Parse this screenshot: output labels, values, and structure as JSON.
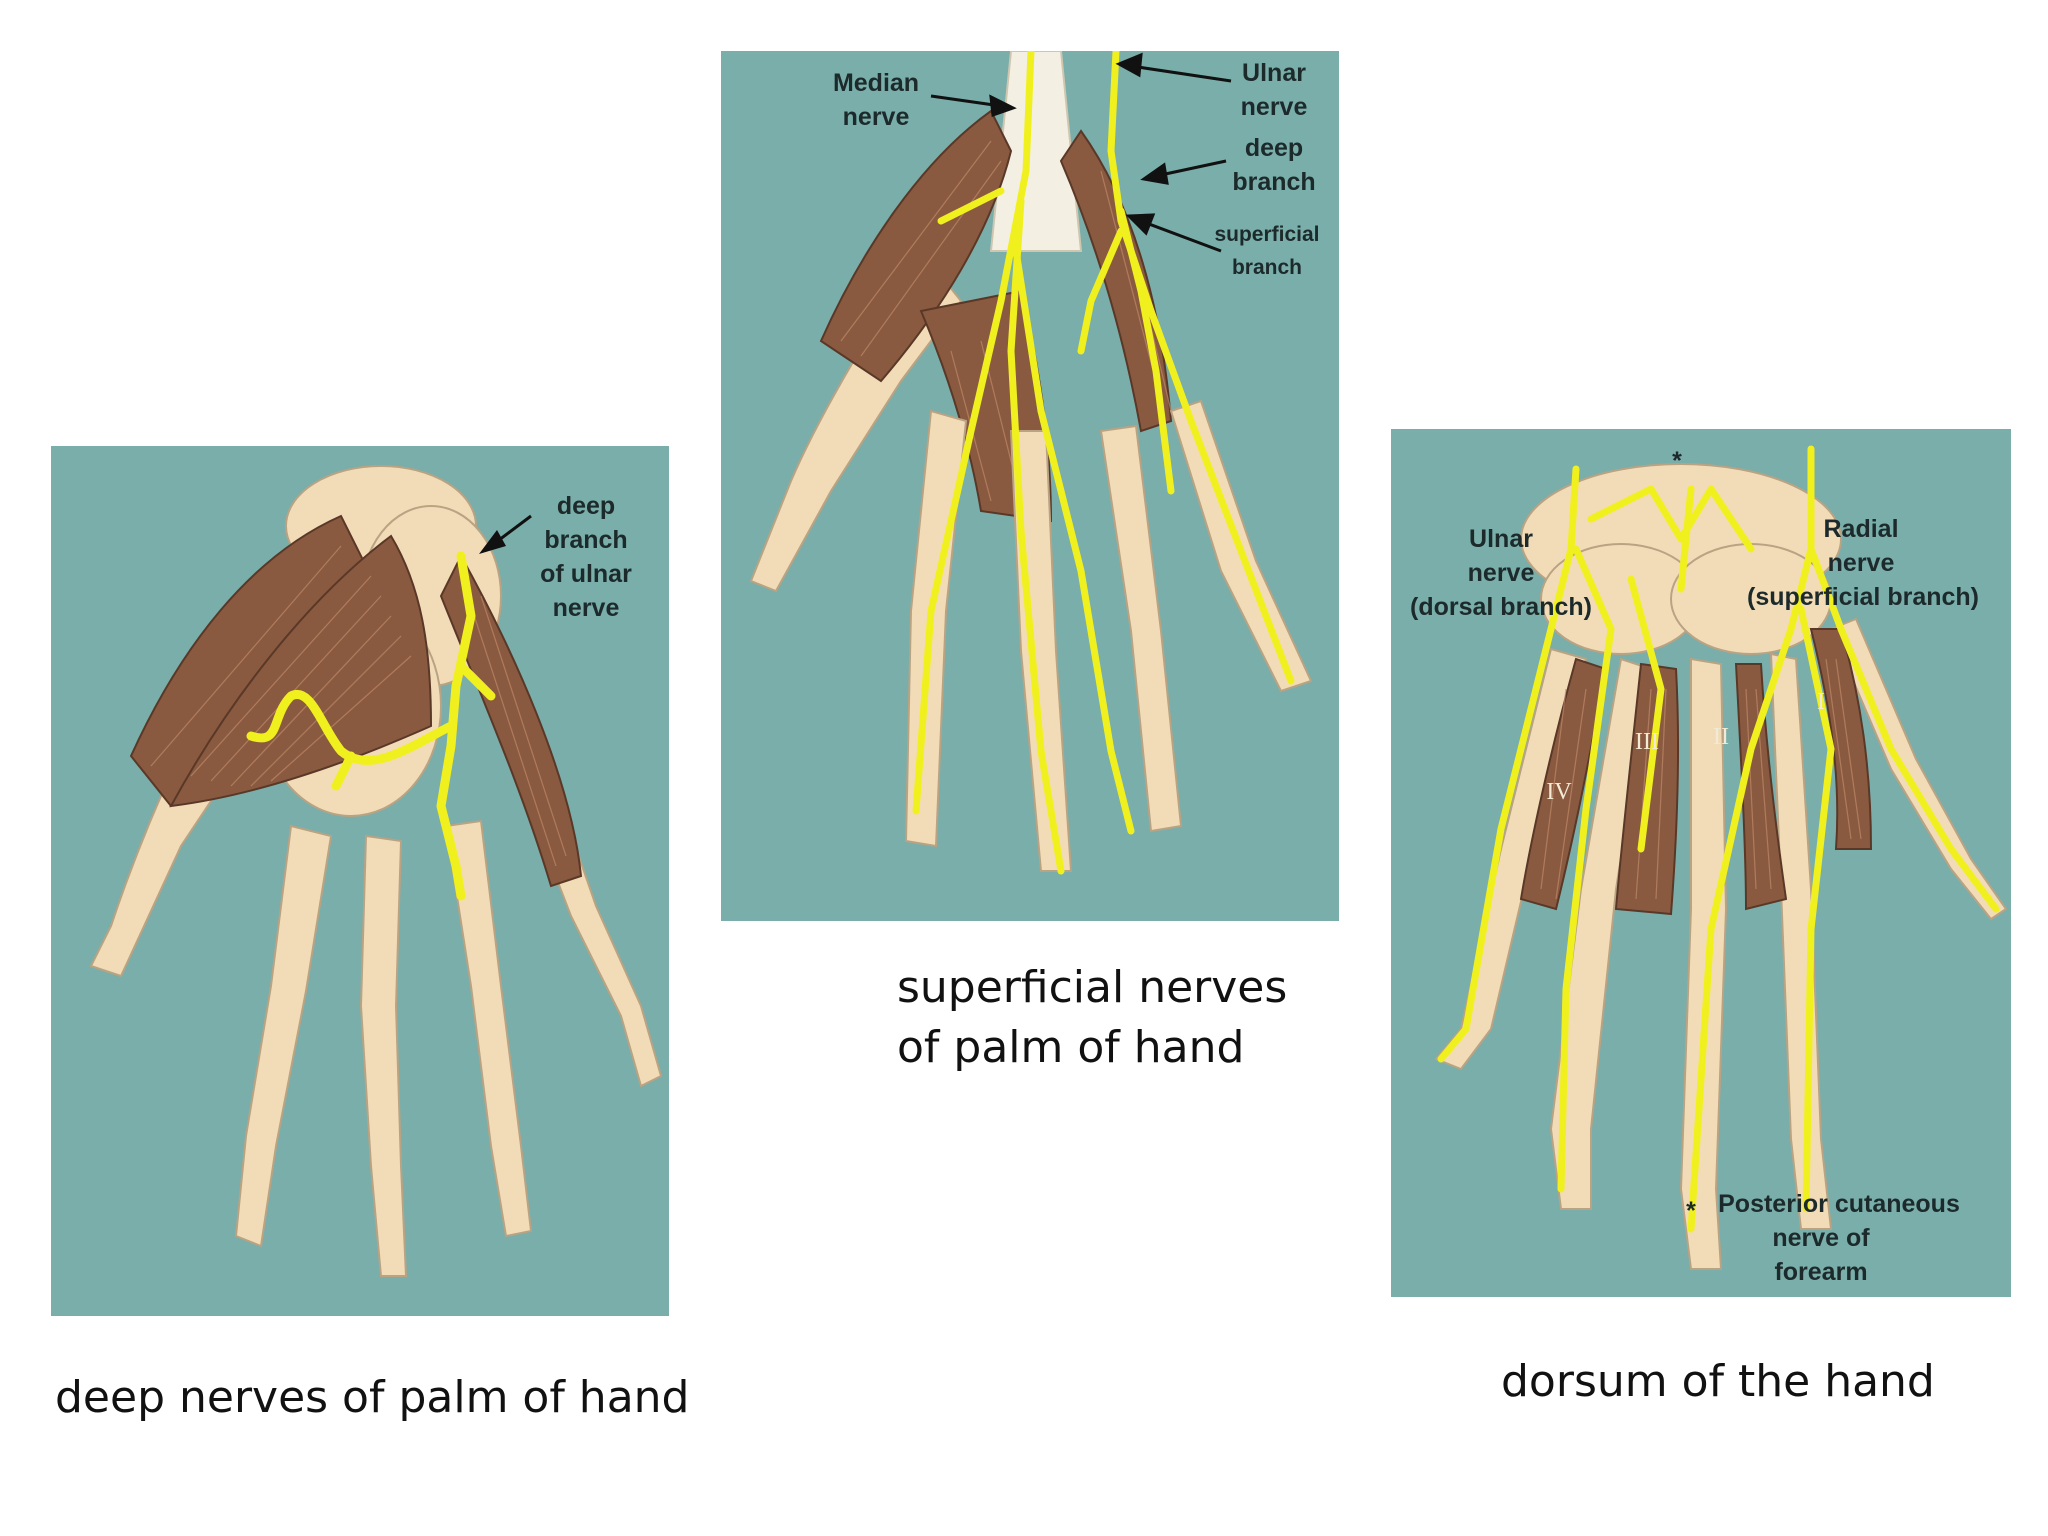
{
  "colors": {
    "panel_background": "#79aeaa",
    "bone": "#f2dcb8",
    "muscle": "#8a5a40",
    "nerve": "#f1f01f",
    "label_text": "#1d2a2b"
  },
  "panels": {
    "deep": {
      "labels": {
        "deep_branch_line1": "deep",
        "deep_branch_line2": "branch",
        "deep_branch_line3": "of ulnar",
        "deep_branch_line4": "nerve"
      },
      "caption": "deep nerves of palm of hand"
    },
    "superficial": {
      "labels": {
        "median_line1": "Median",
        "median_line2": "nerve",
        "ulnar_line1": "Ulnar",
        "ulnar_line2": "nerve",
        "deep_line1": "deep",
        "deep_line2": "branch",
        "superficial_line1": "superficial",
        "superficial_line2": "branch"
      },
      "caption_line1": "superficial nerves",
      "caption_line2": "of palm of hand"
    },
    "dorsum": {
      "labels": {
        "ulnar_line1": "Ulnar",
        "ulnar_line2": "nerve",
        "ulnar_line3": "(dorsal branch)",
        "radial_line1": "Radial",
        "radial_line2": "nerve",
        "radial_line3": "(superficial branch)",
        "asterisk_top": "*",
        "asterisk_bottom": "*",
        "posterior_line1": "Posterior cutaneous",
        "posterior_line2": "nerve of",
        "posterior_line3": "forearm",
        "interosseous_1": "I",
        "interosseous_2": "II",
        "interosseous_3": "III",
        "interosseous_4": "IV"
      },
      "caption": "dorsum of the hand"
    }
  }
}
